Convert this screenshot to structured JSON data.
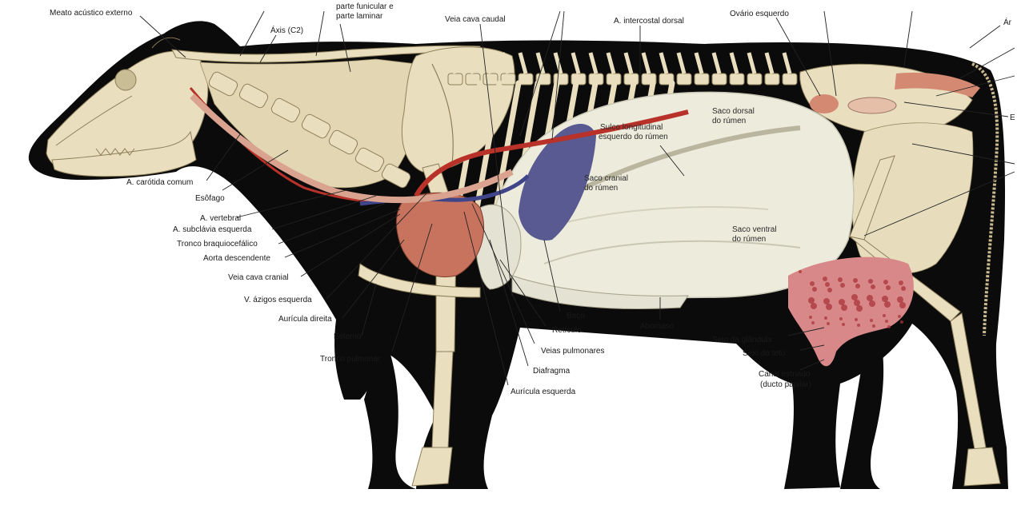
{
  "figure": {
    "colors": {
      "silhouette": "#0b0b0b",
      "bone": "#e9dfbf",
      "bone_stroke": "#8d7f5a",
      "rumen": "#ecebdc",
      "rumen_shade": "#c9c6b3",
      "spleen": "#5a5a92",
      "artery": "#b8322a",
      "vein": "#40458a",
      "muscle": "#d48a72",
      "udder": "#d9888a",
      "background": "#ffffff"
    },
    "labels": [
      {
        "id": "meato",
        "text": "Meato acústico externo"
      },
      {
        "id": "parte-ventral",
        "text": "parte funicular e"
      },
      {
        "id": "parte-laminar",
        "text": "parte laminar"
      },
      {
        "id": "axis",
        "text": "Áxis (C2)"
      },
      {
        "id": "veia-cava-caudal",
        "text": "Veia cava caudal"
      },
      {
        "id": "a-intercostal",
        "text": "A. intercostal dorsal"
      },
      {
        "id": "ovario",
        "text": "Ovário esquerdo"
      },
      {
        "id": "arco",
        "text": "Ár"
      },
      {
        "id": "carotida",
        "text": "A. carótida comum"
      },
      {
        "id": "esofago",
        "text": "Esôfago"
      },
      {
        "id": "vertebral",
        "text": "A. vertebral"
      },
      {
        "id": "subclavia",
        "text": "A. subclávia esquerda"
      },
      {
        "id": "braquiocefalico",
        "text": "Tronco braquiocefálico"
      },
      {
        "id": "aorta",
        "text": "Aorta descendente"
      },
      {
        "id": "veia-cava-cranial",
        "text": "Veia cava cranial"
      },
      {
        "id": "azigos",
        "text": "V. ázigos esquerda"
      },
      {
        "id": "auricula-direita",
        "text": "Aurícula direita"
      },
      {
        "id": "esterno",
        "text": "Esterno"
      },
      {
        "id": "tronco-pulmonar",
        "text": "Tronco pulmonar"
      },
      {
        "id": "baco",
        "text": "Baço"
      },
      {
        "id": "reticulo",
        "text": "Retículo"
      },
      {
        "id": "veias-pulmonares",
        "text": "Veias pulmonares"
      },
      {
        "id": "diafragma",
        "text": "Diafragma"
      },
      {
        "id": "auricula-esquerda",
        "text": "Aurícula esquerda"
      },
      {
        "id": "abomaso",
        "text": "Abomaso"
      },
      {
        "id": "seio-glandula",
        "text": "Seio da glândula"
      },
      {
        "id": "seio-teto",
        "text": "Seio do teto"
      },
      {
        "id": "canal-1",
        "text": "Canal estriado"
      },
      {
        "id": "canal-2",
        "text": "(ducto papilar)"
      },
      {
        "id": "sulco-1",
        "text": "Sulco longitudinal"
      },
      {
        "id": "sulco-2",
        "text": "esquerdo do rúmen"
      },
      {
        "id": "dorsal-1",
        "text": "Saco dorsal"
      },
      {
        "id": "dorsal-2",
        "text": "do rúmen"
      },
      {
        "id": "cranial-1",
        "text": "Saco cranial"
      },
      {
        "id": "cranial-2",
        "text": "do rúmen"
      },
      {
        "id": "ventral-1",
        "text": "Saco ventral"
      },
      {
        "id": "ventral-2",
        "text": "do rúmen"
      },
      {
        "id": "edge-e",
        "text": "E"
      }
    ]
  }
}
